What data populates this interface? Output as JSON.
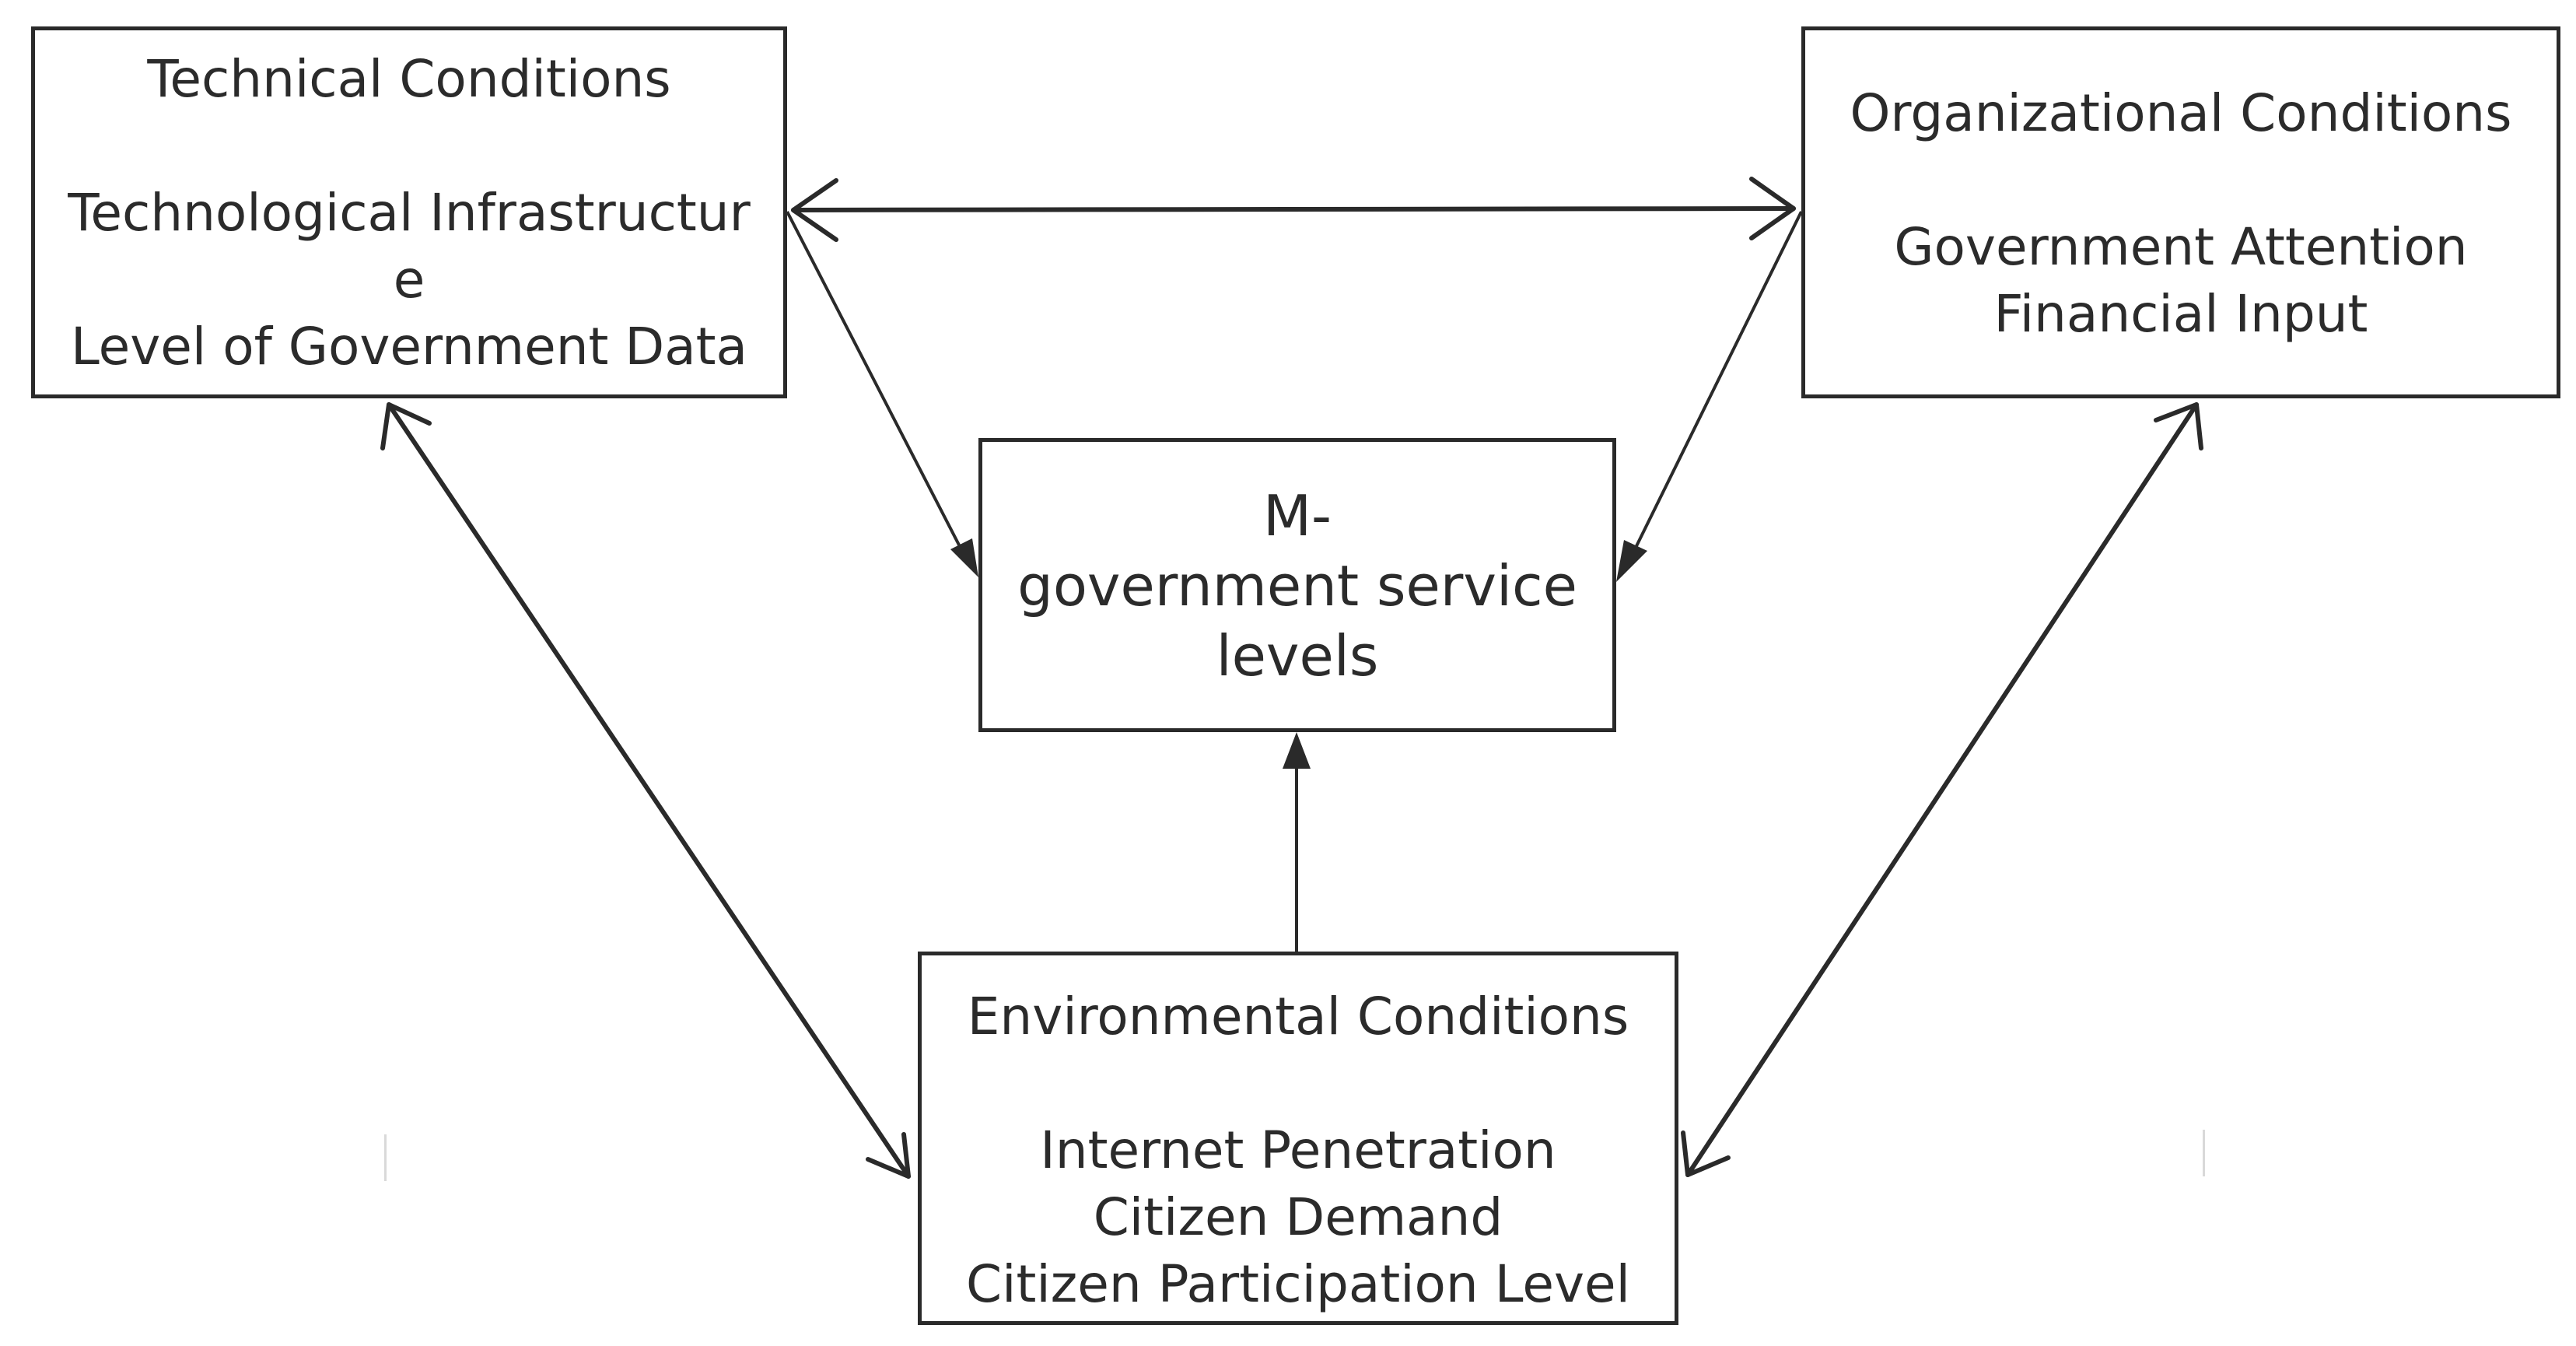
{
  "diagram": {
    "technical": {
      "title": "Technical Conditions",
      "items": [
        "Technological Infrastructur",
        "e",
        "Level of Government Data"
      ]
    },
    "organizational": {
      "title": "Organizational Conditions",
      "items": [
        "Government Attention",
        "Financial Input"
      ]
    },
    "center": {
      "lines": [
        "M-",
        "government service",
        "levels"
      ]
    },
    "environmental": {
      "title": "Environmental Conditions",
      "items": [
        "Internet Penetration",
        "Citizen Demand",
        "Citizen Participation Level"
      ]
    },
    "colors": {
      "stroke": "#2a2a2a",
      "text": "#2b2b2b",
      "background": "#ffffff"
    }
  }
}
